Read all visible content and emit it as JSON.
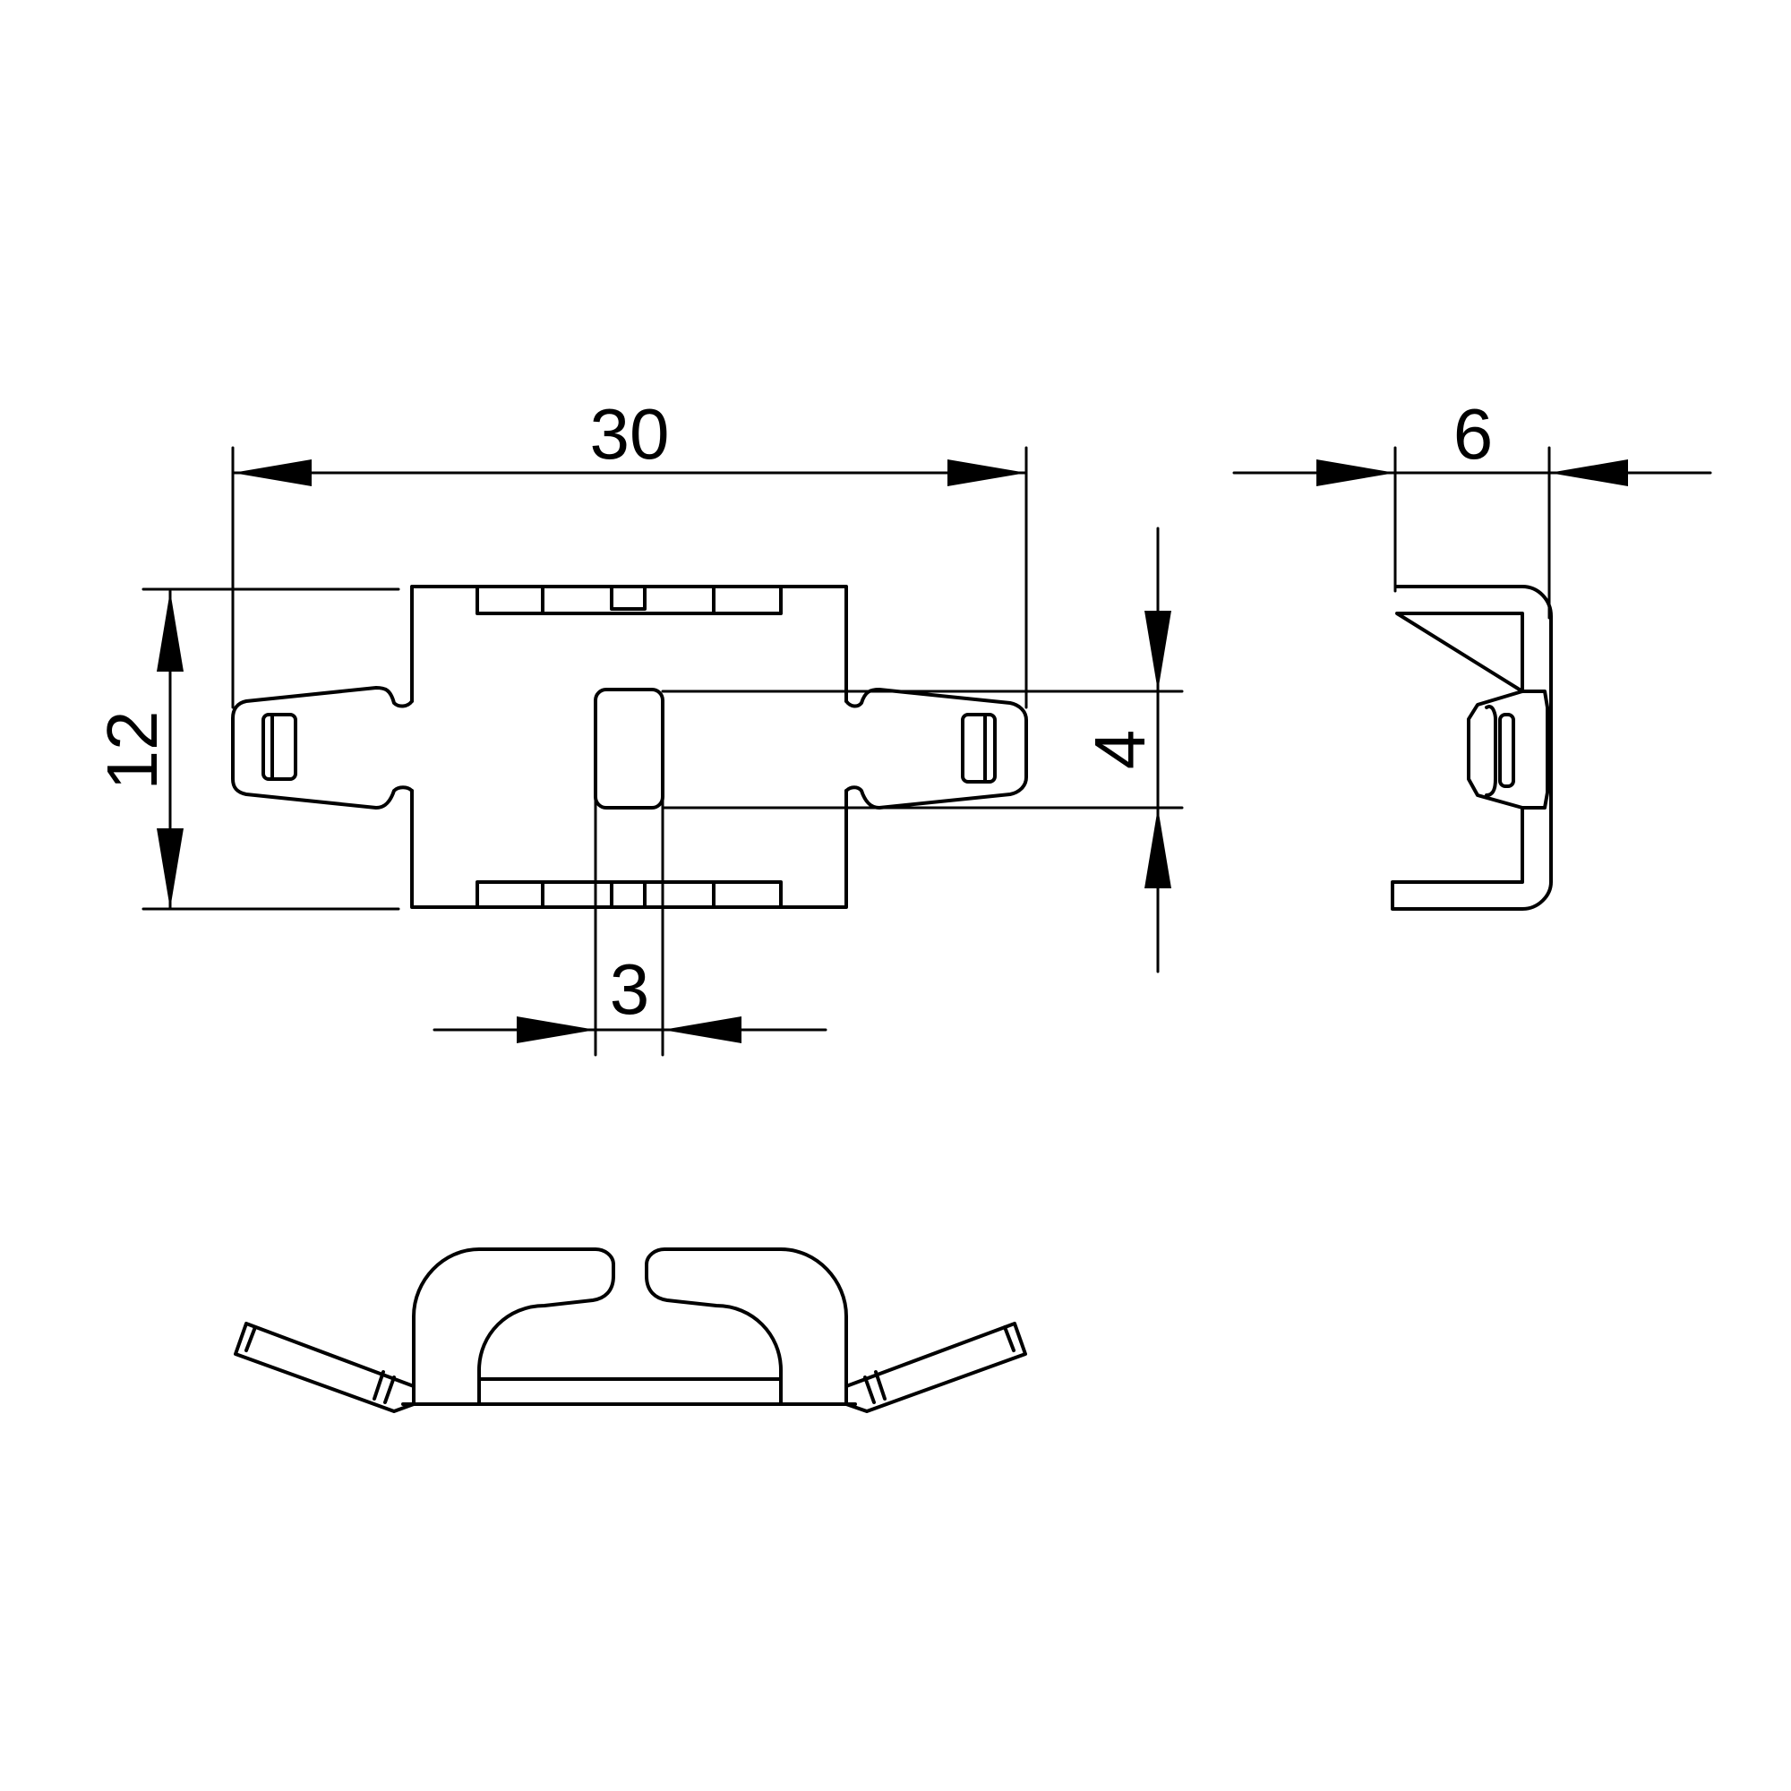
{
  "drawing": {
    "type": "technical-drawing",
    "views": [
      "front-view",
      "side-view",
      "bottom-view"
    ],
    "line_color": "#000000",
    "background": "#ffffff"
  },
  "dimensions": {
    "overall_length": "30",
    "overall_height": "12",
    "slot_height": "4",
    "slot_width": "3",
    "side_depth": "6"
  }
}
